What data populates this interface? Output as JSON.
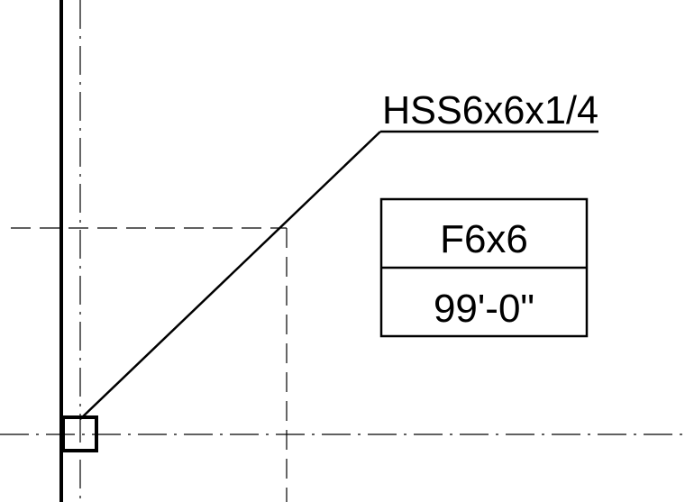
{
  "drawing": {
    "member_label": "HSS6x6x1/4",
    "footing_tag": {
      "type": "F6x6",
      "elevation": "99'-0\""
    }
  },
  "colors": {
    "line": "#000000",
    "background": "#ffffff"
  }
}
